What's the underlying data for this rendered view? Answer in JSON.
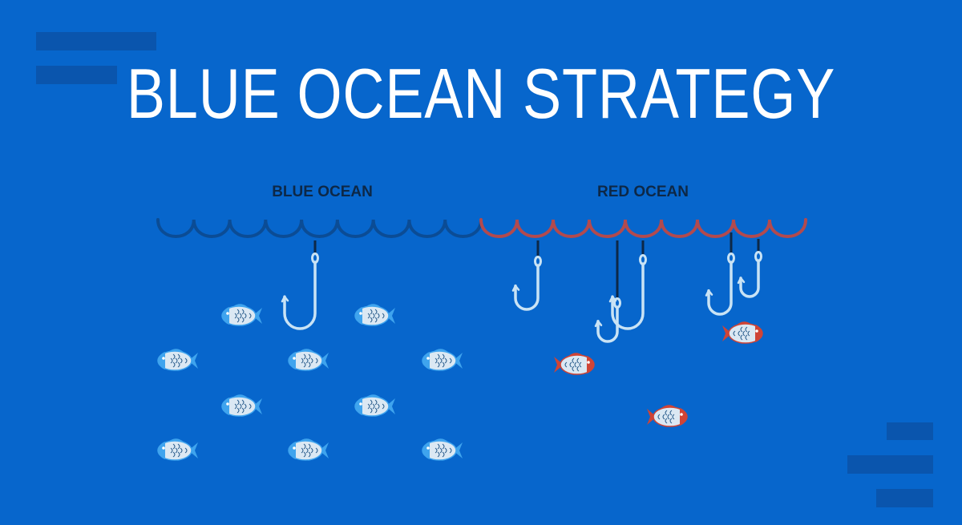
{
  "title": "BLUE OCEAN STRATEGY",
  "blue_label": "BLUE OCEAN",
  "red_label": "RED OCEAN",
  "colors": {
    "background": "#0766cc",
    "decor": "#0a55ad",
    "blue_wave": "#0b4c95",
    "red_wave": "#b24a4e",
    "hook": "#c9e3f5",
    "line": "#0d2847",
    "fish_body": "#dbe8f3",
    "blue_fin": "#3fa4ee",
    "red_fin": "#cf4436"
  }
}
